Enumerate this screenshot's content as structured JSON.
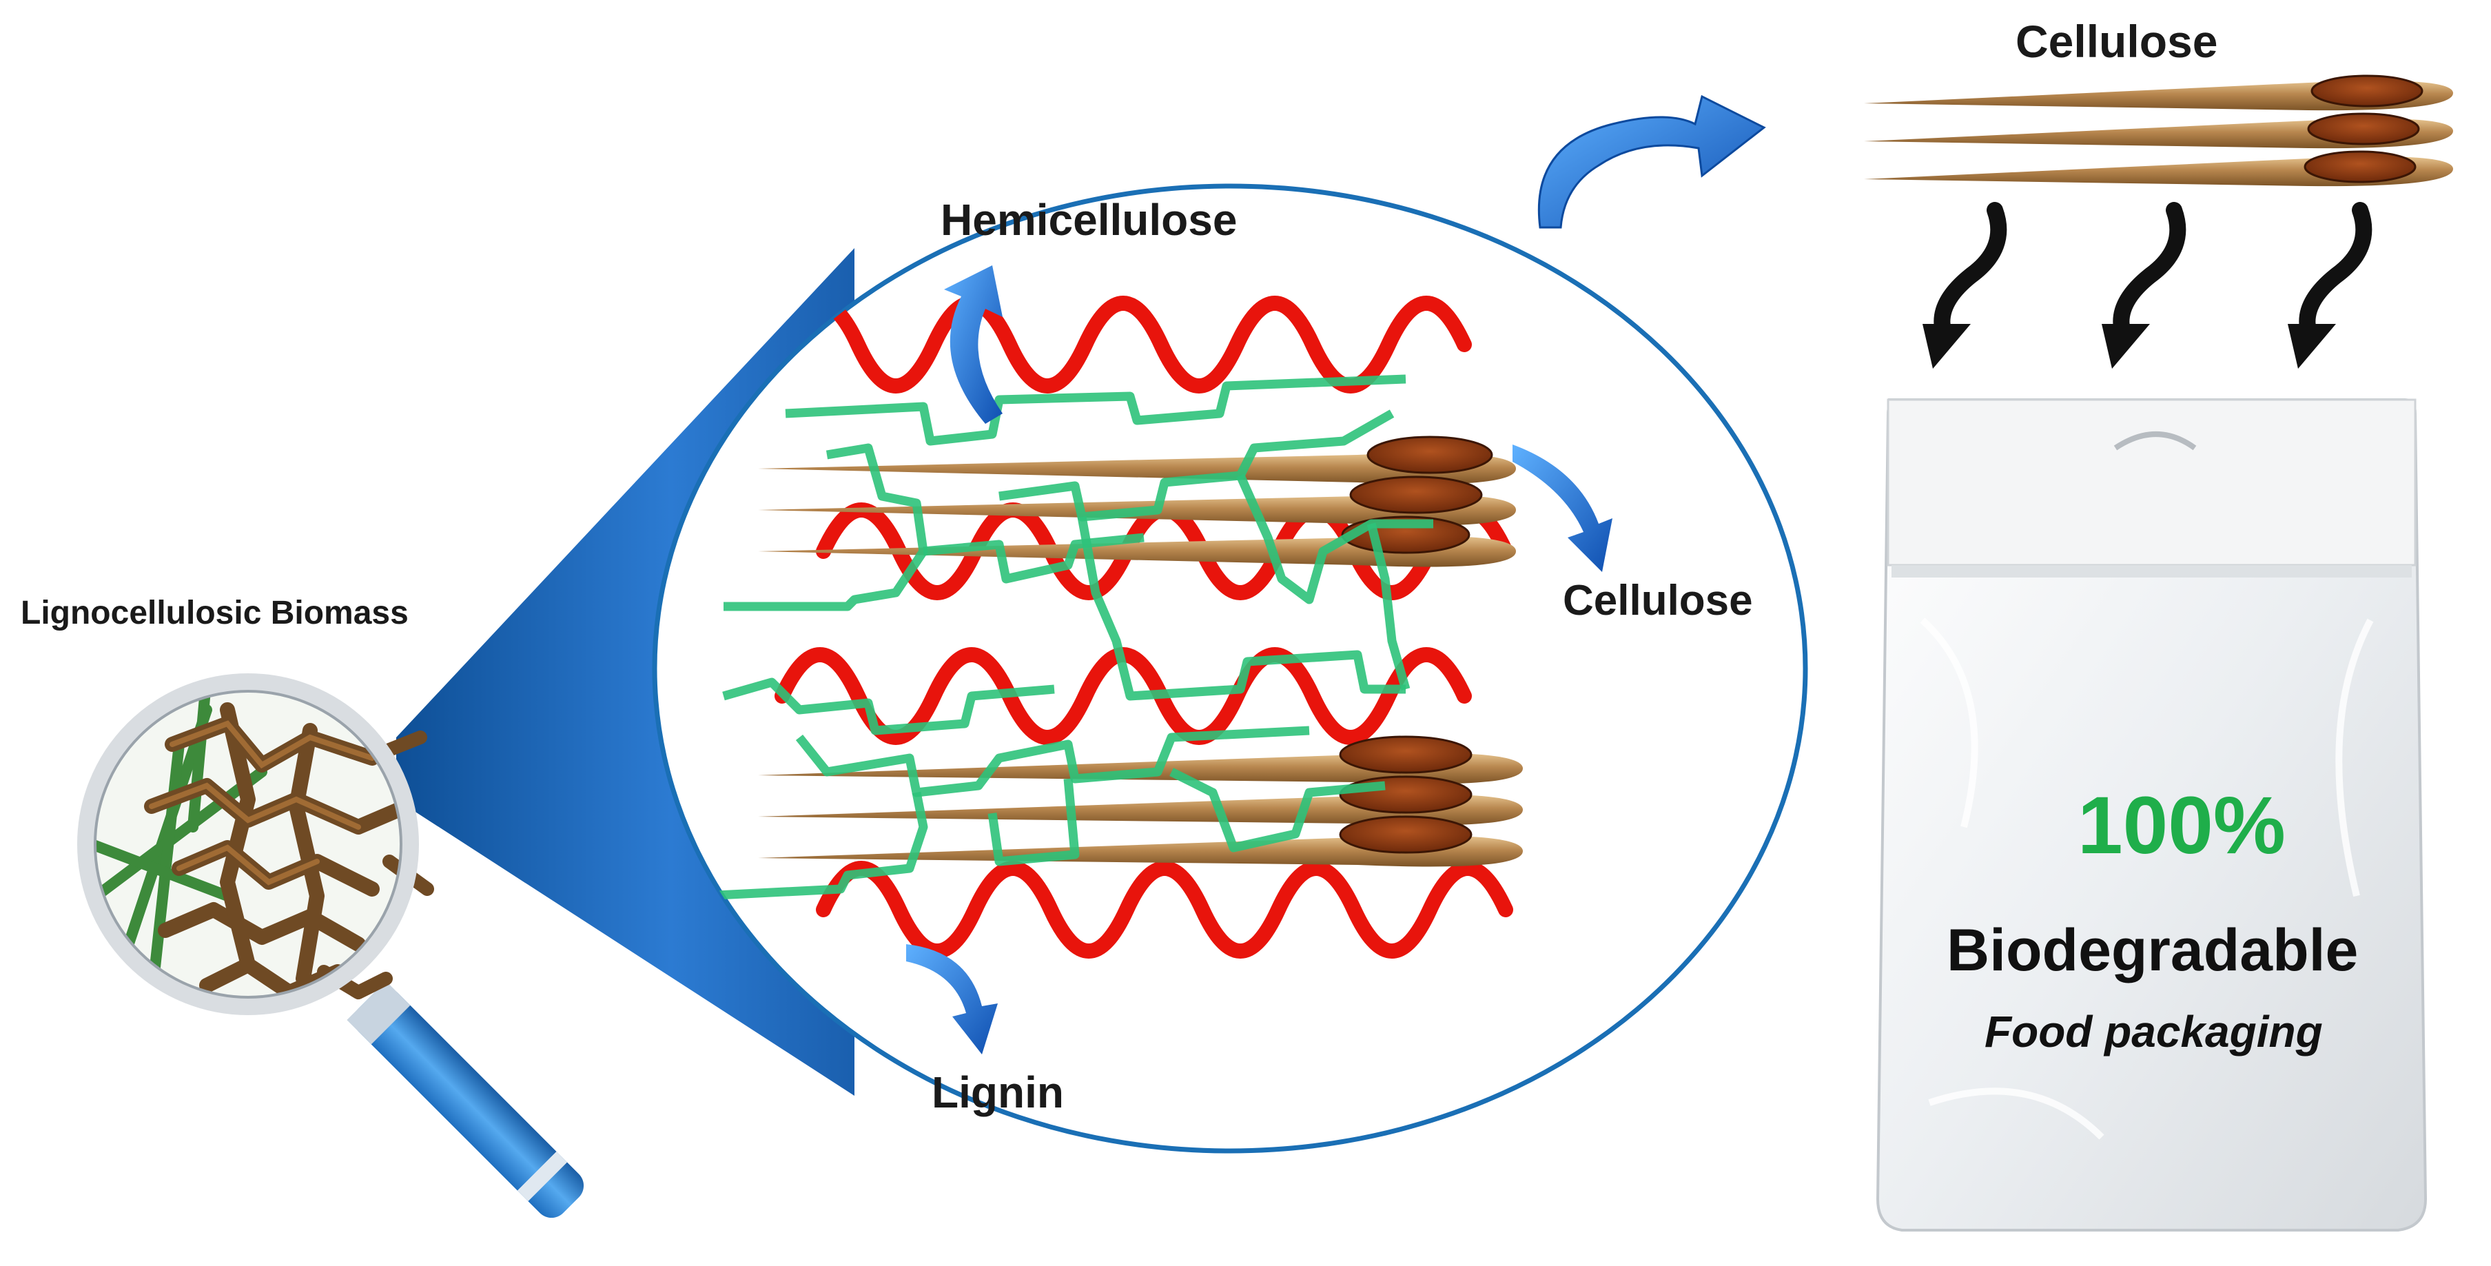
{
  "labels": {
    "biomass": "Lignocellulosic Biomass",
    "hemicellulose": "Hemicellulose",
    "cellulose_mid": "Cellulose",
    "lignin": "Lignin",
    "cellulose_top": "Cellulose",
    "bag_percent": "100%",
    "bag_title": "Biodegradable",
    "bag_subtitle": "Food packaging"
  },
  "colors": {
    "hemicellulose": "#e8140c",
    "lignin": "#2ec27a",
    "fiber": "#b8874f",
    "fiber_core": "#8b3a12",
    "arrow_blue": "#1f6fd6",
    "circle_border": "#1a6fb5",
    "percent_green": "#1fae4a",
    "magnifier_handle": "#2f8fd8"
  },
  "icons": [
    "magnifier-icon",
    "curved-arrow-icon",
    "plastic-bag-icon"
  ]
}
